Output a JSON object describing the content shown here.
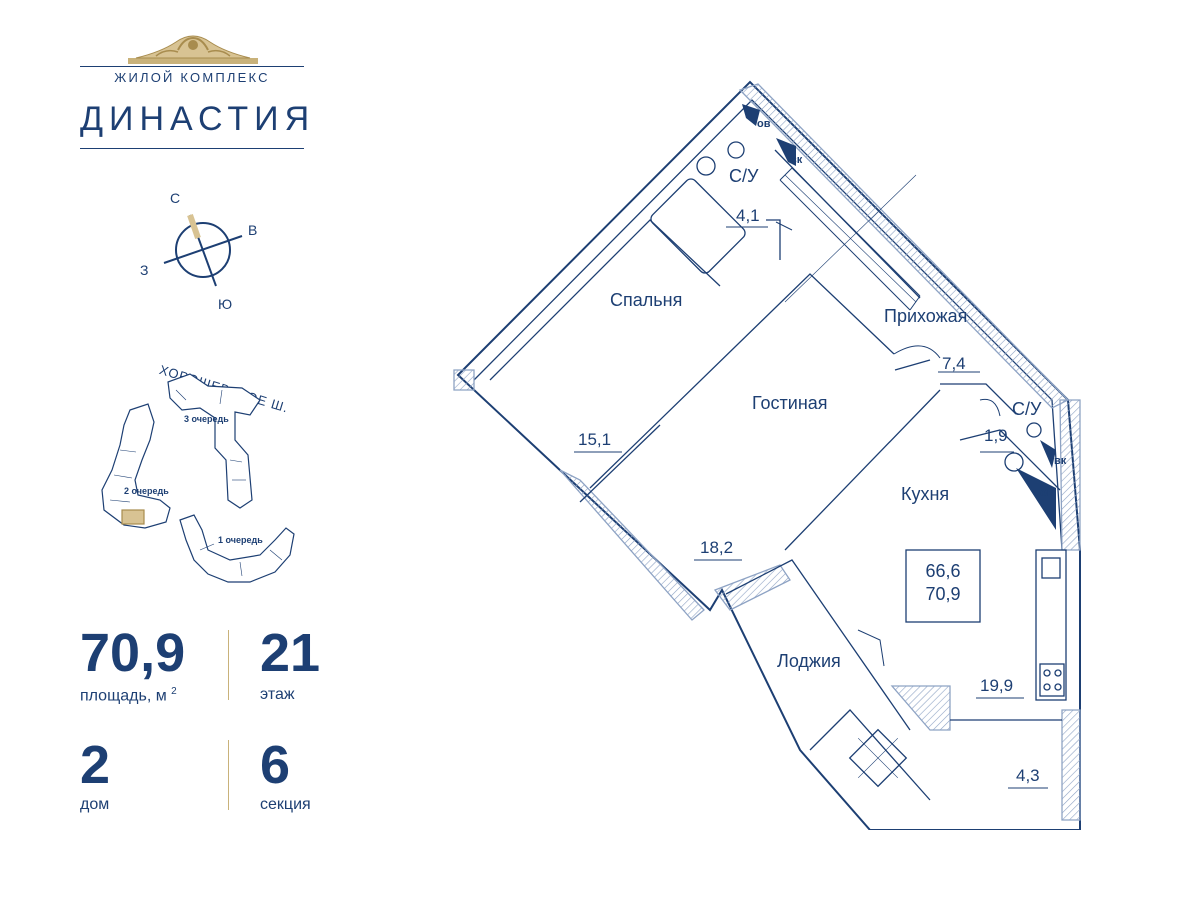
{
  "logo": {
    "subtitle": "ЖИЛОЙ КОМПЛЕКС",
    "title": "ДИНАСТИЯ"
  },
  "compass": {
    "north": "С",
    "east": "В",
    "west": "З",
    "south": "Ю"
  },
  "site_map": {
    "road_label": "ХОРОШЕВСКОЕ Ш.",
    "phases": [
      "3 очередь",
      "2 очередь",
      "1 очередь"
    ]
  },
  "stats": {
    "area_value": "70,9",
    "area_label": "площадь, м",
    "area_unit_sup": "2",
    "floor_value": "21",
    "floor_label": "этаж",
    "house_value": "2",
    "house_label": "дом",
    "section_value": "6",
    "section_label": "секция"
  },
  "plan": {
    "rooms": {
      "bathroom1": {
        "name": "С/У",
        "area": "4,1"
      },
      "bedroom": {
        "name": "Спальня",
        "area": "15,1"
      },
      "hallway": {
        "name": "Прихожая",
        "area": "7,4"
      },
      "living": {
        "name": "Гостиная",
        "area": "18,2"
      },
      "bathroom2": {
        "name": "С/У",
        "area": "1,9"
      },
      "kitchen": {
        "name": "Кухня",
        "area": "19,9"
      },
      "loggia": {
        "name": "Лоджия",
        "area": "4,3"
      }
    },
    "shaft_labels": {
      "ventilation": "ов",
      "water": "вк"
    },
    "total_living": "66,6",
    "total_full": "70,9"
  },
  "colors": {
    "primary": "#1d3f73",
    "accent_gold": "#c9b27a",
    "wall_hatch": "#8ea3c4"
  }
}
